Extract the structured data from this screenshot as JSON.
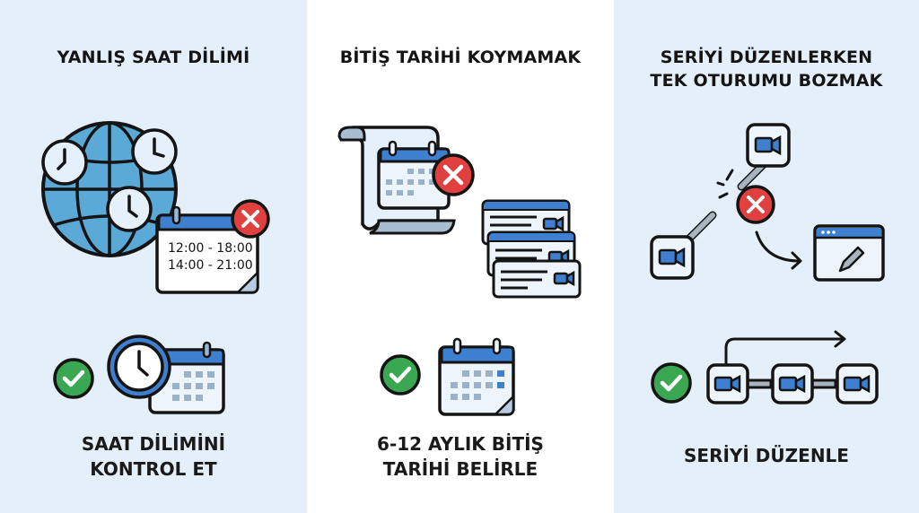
{
  "colors": {
    "panel_tinted": "#e4eff9",
    "panel_white": "#ffffff",
    "accent_blue": "#3f7fd0",
    "globe_blue": "#5aa9d6",
    "error_red": "#e0403f",
    "success_green": "#3aa852",
    "outline": "#141414"
  },
  "panels": [
    {
      "title": "YANLIŞ SAAT DİLİMİ",
      "problem_illustration": {
        "icons": [
          "globe-icon",
          "clock-icon",
          "clock-icon",
          "clock-icon",
          "calendar-icon",
          "error-x-icon"
        ],
        "calendar_lines": [
          "12:00 - 18:00",
          "14:00 - 21:00"
        ]
      },
      "solution_icons": [
        "check-icon",
        "clock-icon",
        "calendar-icon"
      ],
      "caption_lines": [
        "SAAT DİLİMİNİ",
        "KONTROL ET"
      ]
    },
    {
      "title": "BİTİŞ TARİHİ KOYMAMAK",
      "problem_illustration": {
        "icons": [
          "scroll-icon",
          "calendar-icon",
          "error-x-icon",
          "meeting-window-icon",
          "meeting-window-icon",
          "meeting-window-icon"
        ]
      },
      "solution_icons": [
        "check-icon",
        "calendar-icon"
      ],
      "caption_lines": [
        "6-12 AYLIK BİTİŞ",
        "TARİHİ BELİRLE"
      ]
    },
    {
      "title_lines": [
        "SERİYİ DÜZENLERKEN",
        "TEK OTURUMU BOZMAK"
      ],
      "problem_illustration": {
        "icons": [
          "video-camera-icon",
          "broken-chain-icon",
          "error-x-icon",
          "arrow-icon",
          "edit-window-icon",
          "video-camera-icon"
        ]
      },
      "solution_icons": [
        "check-icon",
        "video-camera-icon",
        "video-camera-icon",
        "video-camera-icon",
        "arrow-icon"
      ],
      "caption_lines": [
        "SERİYİ DÜZENLE"
      ]
    }
  ]
}
